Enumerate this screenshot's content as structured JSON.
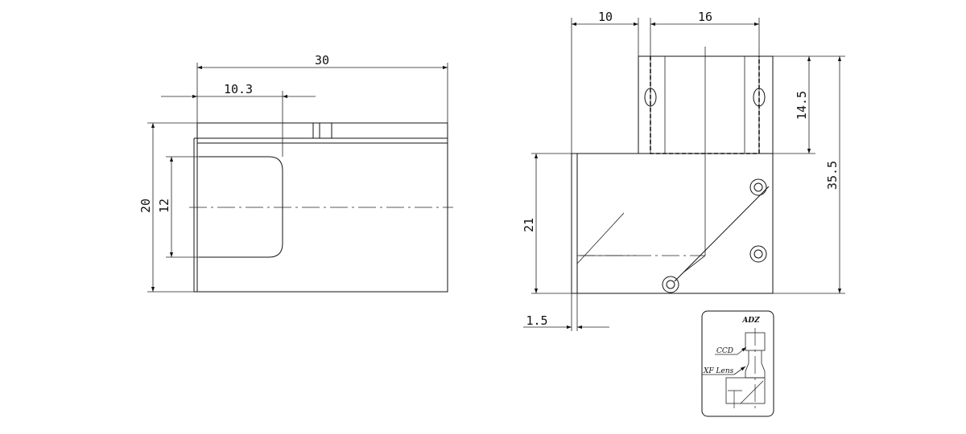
{
  "dimensions": {
    "width_30": "30",
    "offset_10_3": "10.3",
    "height_20": "20",
    "window_12": "12",
    "top_10": "10",
    "top_16": "16",
    "upper_14_5": "14.5",
    "total_35_5": "35.5",
    "lower_21": "21",
    "edge_1_5": "1.5"
  },
  "inset": {
    "title": "ADZ",
    "ccd_label": "CCD",
    "lens_label": "XF Lens"
  }
}
